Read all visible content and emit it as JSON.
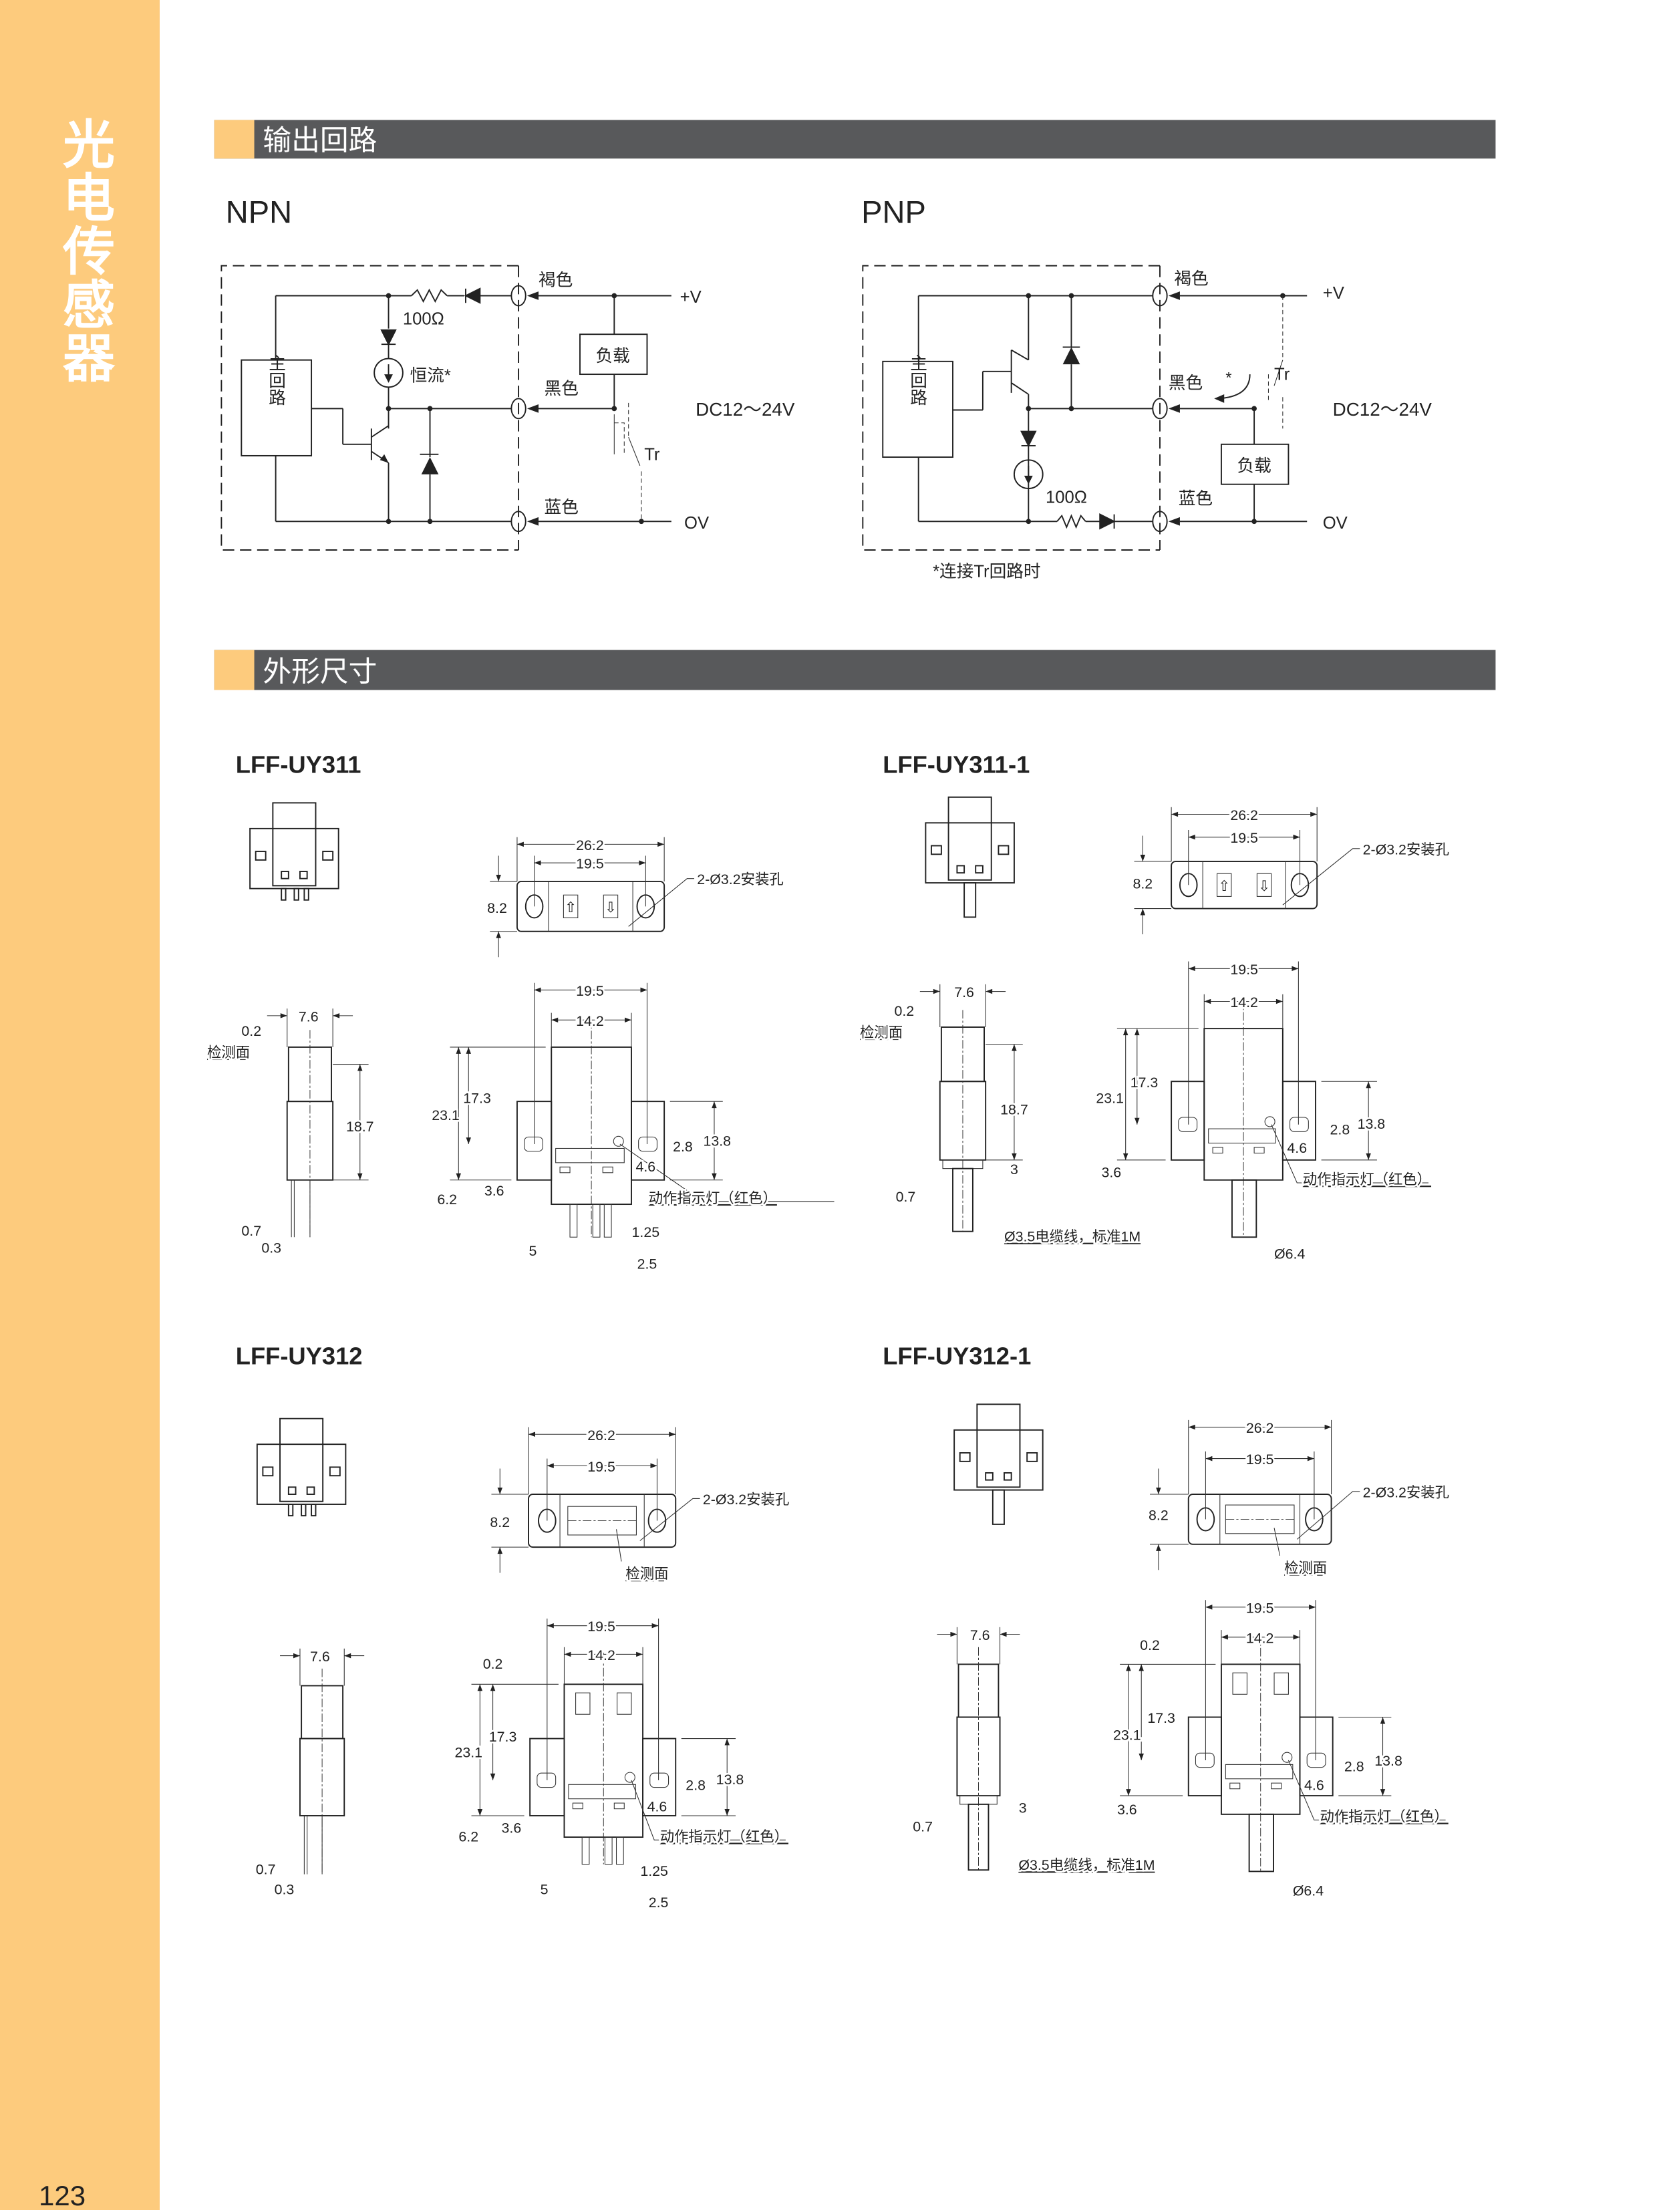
{
  "sidebar": {
    "category": "光电传感器",
    "page_number": "123"
  },
  "sections": {
    "output_circuit": "输出回路",
    "dimensions": "外形尺寸"
  },
  "npn": {
    "title": "NPN",
    "main_circuit": "主回路",
    "resistor": "100Ω",
    "constant_current": "恒流*",
    "brown": "褐色",
    "black": "黑色",
    "blue": "蓝色",
    "plus_v": "+V",
    "zero_v": "OV",
    "load": "负载",
    "voltage": "DC12～24V",
    "tr": "Tr"
  },
  "pnp": {
    "title": "PNP",
    "main_circuit": "主回路",
    "resistor": "100Ω",
    "star": "*",
    "brown": "褐色",
    "black": "黑色",
    "blue": "蓝色",
    "plus_v": "+V",
    "zero_v": "OV",
    "load": "负载",
    "voltage": "DC12～24V",
    "tr": "Tr",
    "note": "*连接Tr回路时"
  },
  "products": [
    {
      "name": "LFF-UY311",
      "labels": {
        "top_w": "26.2",
        "top_hole_w": "19.5",
        "top_h": "8.2",
        "hole_note": "2-Ø3.2安装孔",
        "side_w": "7.6",
        "side_gap": "0.2",
        "surface": "检测面",
        "side_h": "18.7",
        "pin_w": "0.7",
        "pin_t": "0.3",
        "front_w": "19.5",
        "front_body_w": "14.2",
        "front_h": "23.1",
        "front_axis": "17.3",
        "pin_len": "6.2",
        "base": "3.6",
        "wing_h": "13.8",
        "slot": "2.8",
        "led_off": "4.6",
        "led_note": "动作指示灯（红色）",
        "pin_pitch": "1.25",
        "pin_5": "5",
        "pin_25": "2.5"
      }
    },
    {
      "name": "LFF-UY311-1",
      "labels": {
        "top_w": "26.2",
        "top_hole_w": "19.5",
        "top_h": "8.2",
        "hole_note": "2-Ø3.2安装孔",
        "side_w": "7.6",
        "side_gap": "0.2",
        "surface": "检测面",
        "side_h": "18.7",
        "cable_len": "3",
        "pin_w": "0.7",
        "cable_note": "Ø3.5电缆线，标准1M",
        "front_w": "19.5",
        "front_body_w": "14.2",
        "front_h": "23.1",
        "front_axis": "17.3",
        "base": "3.6",
        "wing_h": "13.8",
        "slot": "2.8",
        "led_off": "4.6",
        "led_note": "动作指示灯（红色）",
        "cable_dia": "Ø6.4"
      }
    },
    {
      "name": "LFF-UY312",
      "labels": {
        "top_w": "26.2",
        "top_hole_w": "19.5",
        "top_h": "8.2",
        "hole_note": "2-Ø3.2安装孔",
        "surface": "检测面",
        "side_w": "7.6",
        "pin_w": "0.7",
        "pin_t": "0.3",
        "front_w": "19.5",
        "front_body_w": "14.2",
        "front_gap": "0.2",
        "front_h": "23.1",
        "front_axis": "17.3",
        "pin_len": "6.2",
        "base": "3.6",
        "wing_h": "13.8",
        "slot": "2.8",
        "led_off": "4.6",
        "led_note": "动作指示灯（红色）",
        "pin_pitch": "1.25",
        "pin_5": "5",
        "pin_25": "2.5"
      }
    },
    {
      "name": "LFF-UY312-1",
      "labels": {
        "top_w": "26.2",
        "top_hole_w": "19.5",
        "top_h": "8.2",
        "hole_note": "2-Ø3.2安装孔",
        "surface": "检测面",
        "side_w": "7.6",
        "cable_len": "3",
        "pin_w": "0.7",
        "cable_note": "Ø3.5电缆线，标准1M",
        "front_w": "19.5",
        "front_body_w": "14.2",
        "front_gap": "0.2",
        "front_h": "23.1",
        "front_axis": "17.3",
        "base": "3.6",
        "wing_h": "13.8",
        "slot": "2.8",
        "led_off": "4.6",
        "led_note": "动作指示灯（红色）",
        "cable_dia": "Ø6.4"
      }
    }
  ],
  "colors": {
    "sidebar": "#FDCB7D",
    "header_bar": "#58595B",
    "accent": "#FDCB7D"
  }
}
